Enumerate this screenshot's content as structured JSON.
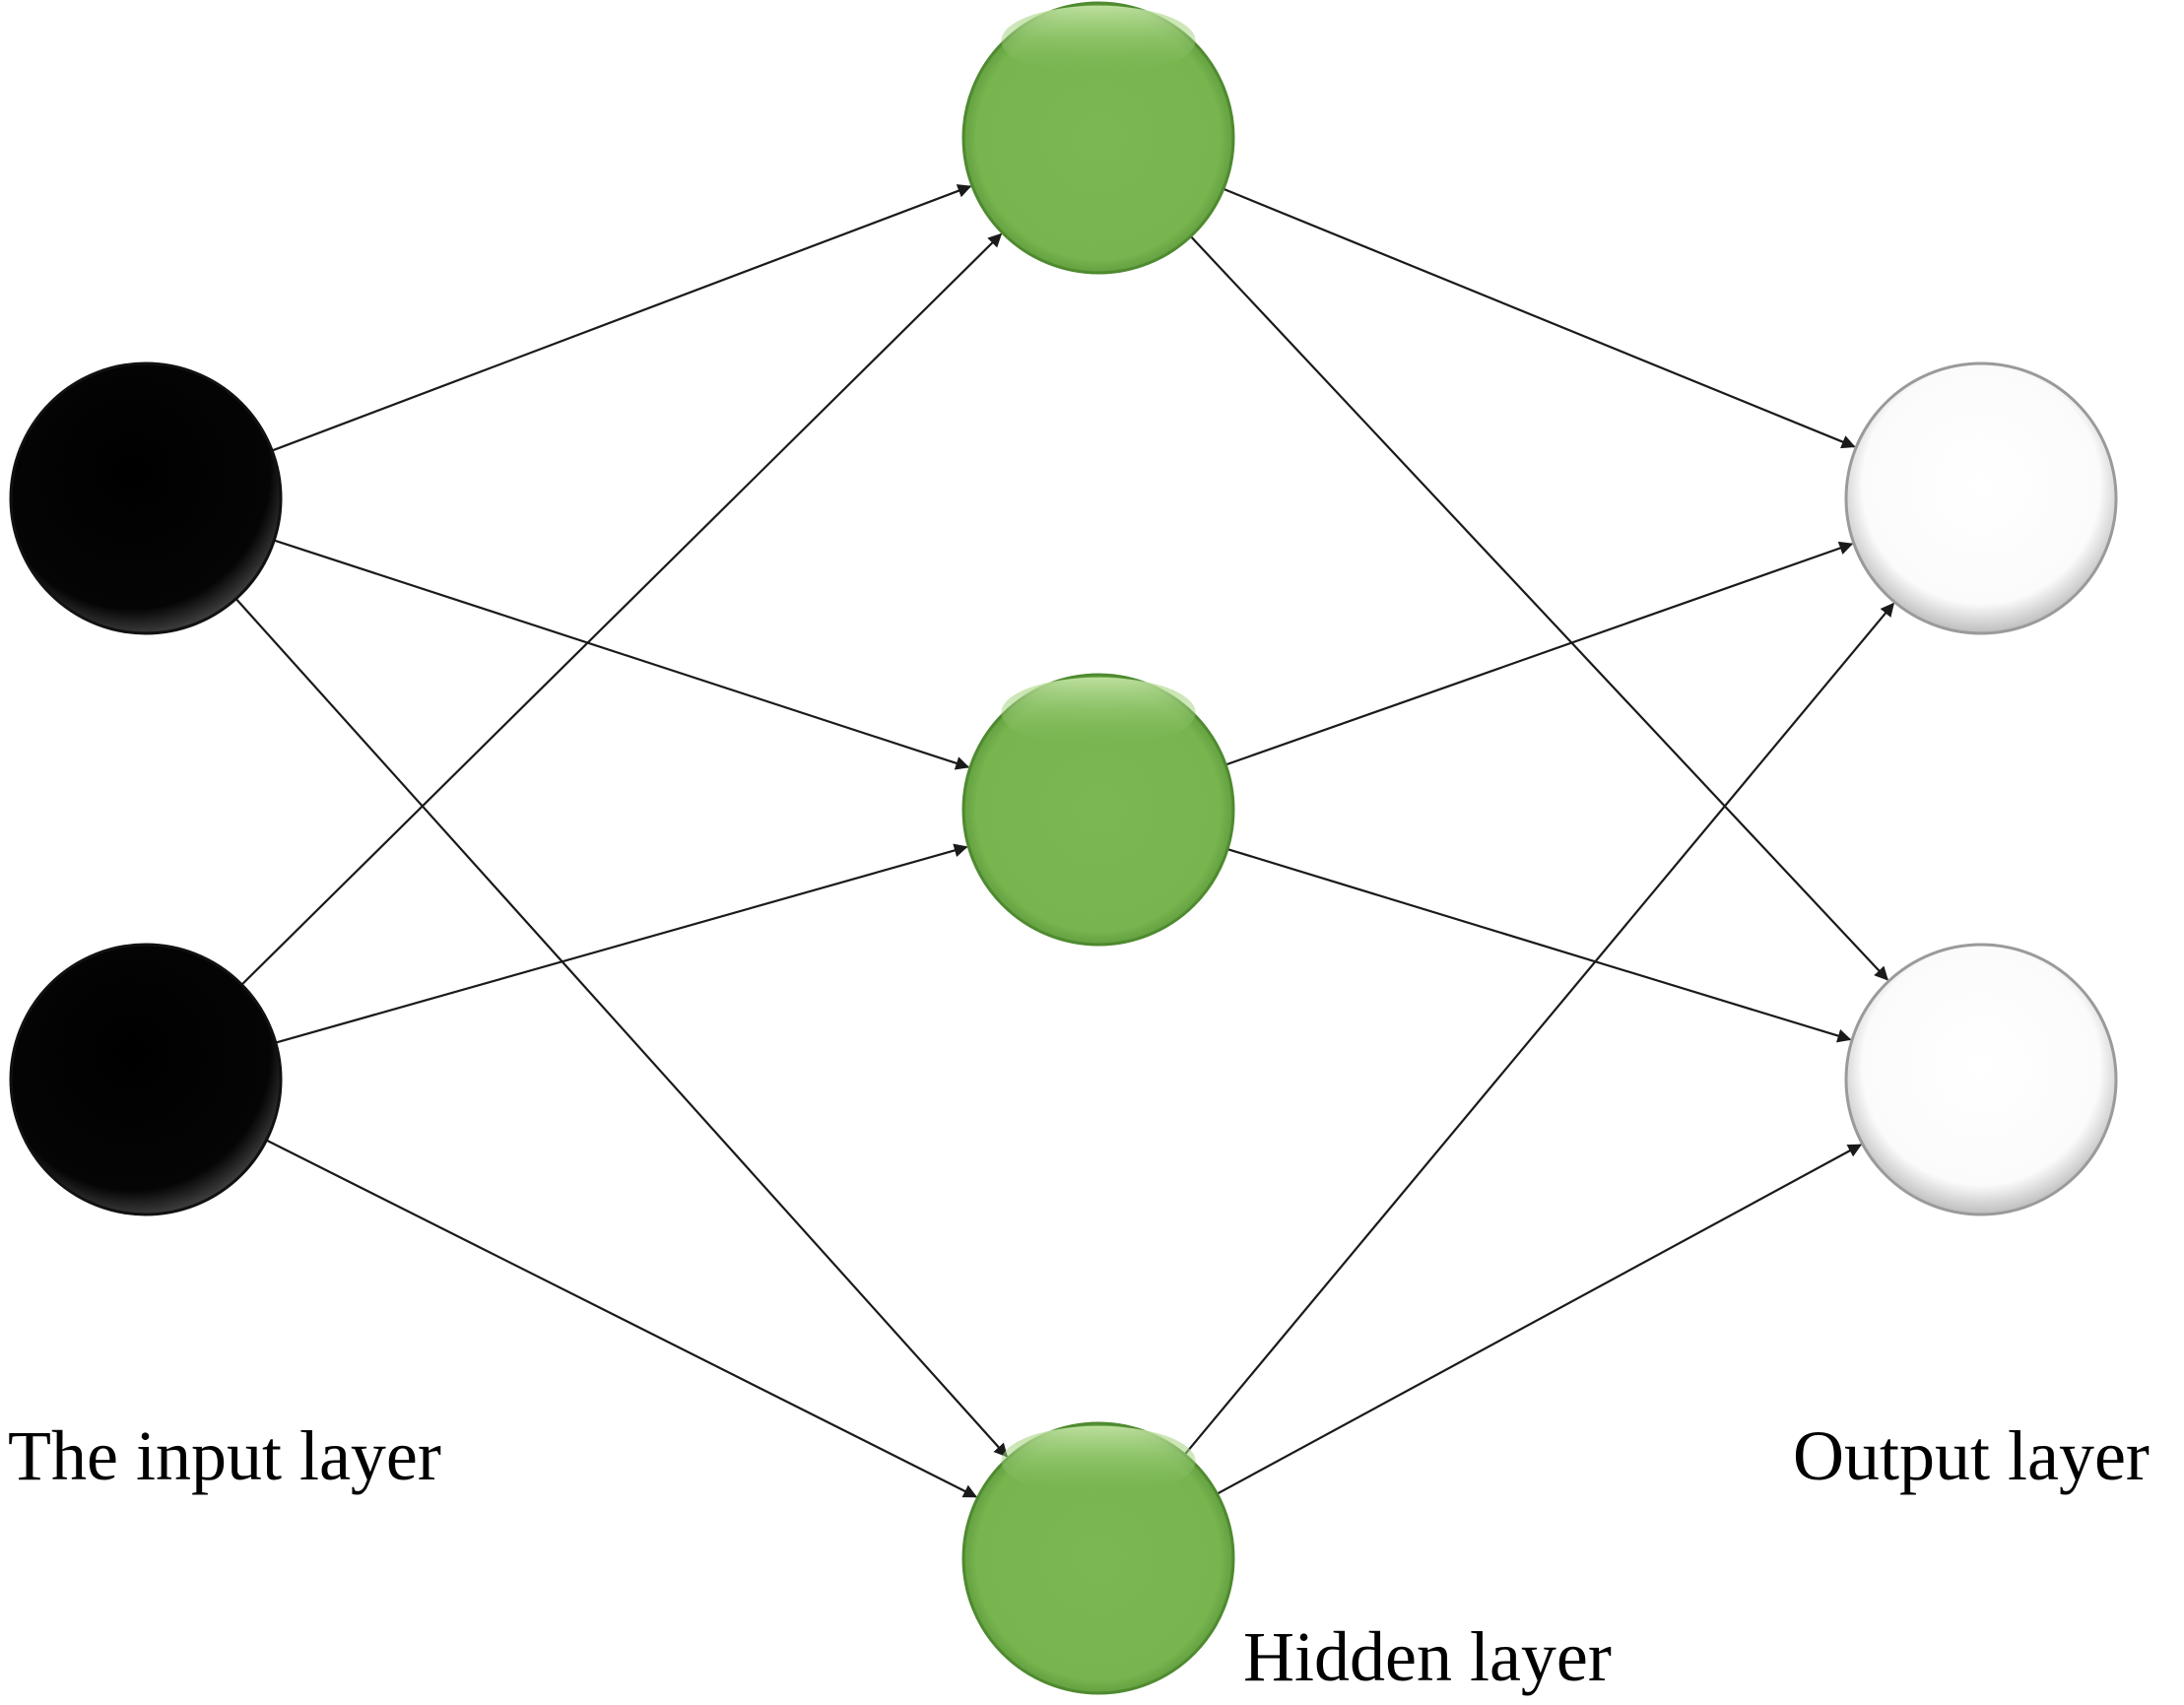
{
  "labels": {
    "input_layer": "The input layer",
    "hidden_layer": "Hidden layer",
    "output_layer": "Output layer"
  },
  "colors": {
    "input_node": "#0a0a0a",
    "hidden_node": "#7ab852",
    "output_node": "#ffffff",
    "edge": "#1a1a1a"
  },
  "network": {
    "layers": [
      {
        "id": "input",
        "count": 2
      },
      {
        "id": "hidden",
        "count": 3
      },
      {
        "id": "output",
        "count": 2
      }
    ],
    "fully_connected": true
  }
}
